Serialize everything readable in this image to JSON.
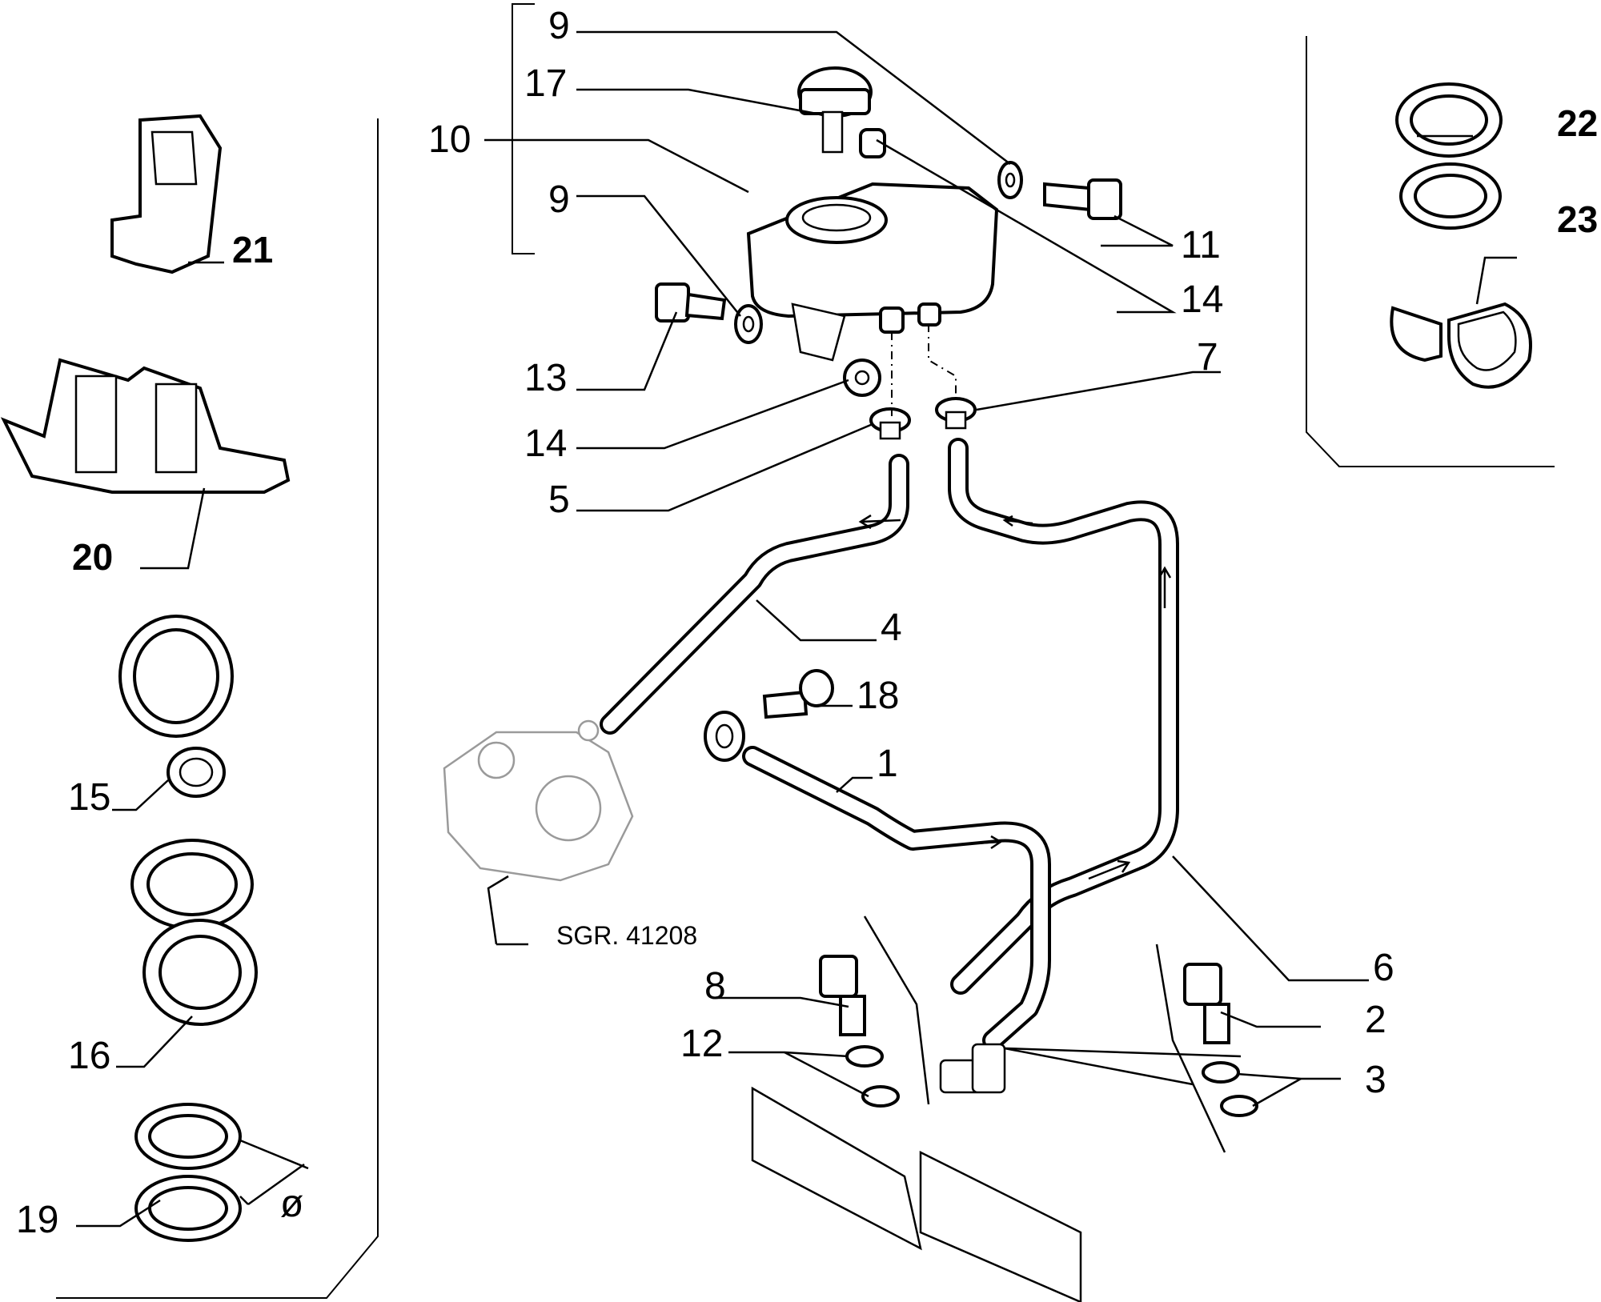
{
  "callouts": [
    {
      "id": "9a",
      "text": "9"
    },
    {
      "id": "17",
      "text": "17"
    },
    {
      "id": "10",
      "text": "10"
    },
    {
      "id": "9b",
      "text": "9"
    },
    {
      "id": "11",
      "text": "11"
    },
    {
      "id": "14a",
      "text": "14"
    },
    {
      "id": "13",
      "text": "13"
    },
    {
      "id": "7",
      "text": "7"
    },
    {
      "id": "14b",
      "text": "14"
    },
    {
      "id": "5",
      "text": "5"
    },
    {
      "id": "4",
      "text": "4"
    },
    {
      "id": "18",
      "text": "18"
    },
    {
      "id": "1",
      "text": "1"
    },
    {
      "id": "6",
      "text": "6"
    },
    {
      "id": "8",
      "text": "8"
    },
    {
      "id": "2",
      "text": "2"
    },
    {
      "id": "12",
      "text": "12"
    },
    {
      "id": "3",
      "text": "3"
    },
    {
      "id": "21",
      "text": "21"
    },
    {
      "id": "20",
      "text": "20"
    },
    {
      "id": "15",
      "text": "15"
    },
    {
      "id": "16",
      "text": "16"
    },
    {
      "id": "19",
      "text": "19"
    },
    {
      "id": "22",
      "text": "22"
    },
    {
      "id": "23",
      "text": "23"
    }
  ],
  "reference": {
    "text": "SGR. 41208"
  },
  "dimension_symbol": {
    "text": "ø"
  }
}
